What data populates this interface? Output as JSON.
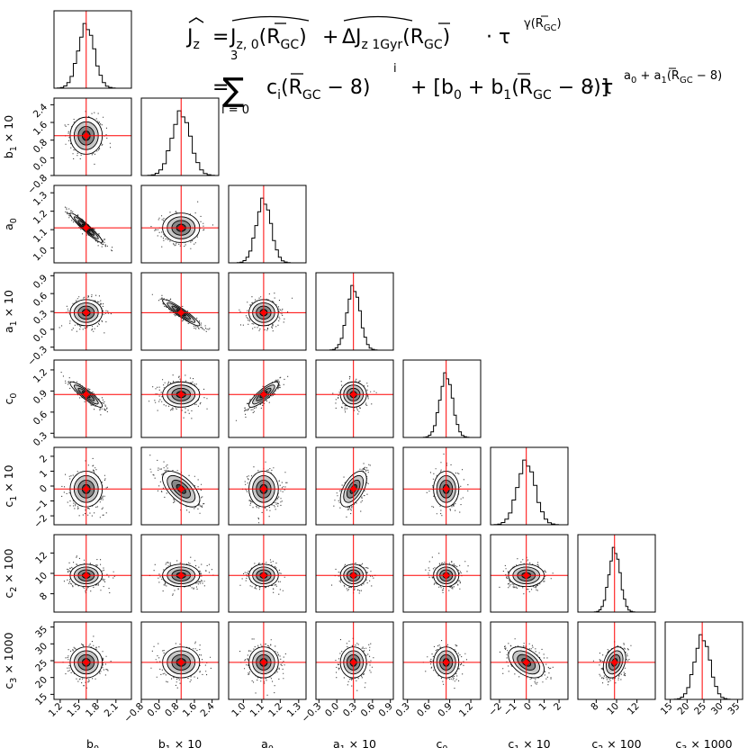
{
  "chart_data": {
    "type": "corner",
    "params": [
      {
        "name": "b0",
        "label": "b",
        "sub": "0",
        "suffix": "",
        "truth": 1.62,
        "sd": 0.13,
        "range": [
          1.1,
          2.35
        ],
        "ticks": [
          1.2,
          1.5,
          1.8,
          2.1
        ],
        "tick_labels": [
          "1.2",
          "1.5",
          "1.8",
          "2.1"
        ]
      },
      {
        "name": "b1x10",
        "label": "b",
        "sub": "1",
        "suffix": " × 10",
        "truth": 1.0,
        "sd": 0.42,
        "range": [
          -0.8,
          2.7
        ],
        "ticks": [
          -0.8,
          0.0,
          0.8,
          1.6,
          2.4
        ],
        "tick_labels": [
          "−0.8",
          "0.0",
          "0.8",
          "1.6",
          "2.4"
        ]
      },
      {
        "name": "a0",
        "label": "a",
        "sub": "0",
        "suffix": "",
        "truth": 1.11,
        "sd": 0.04,
        "range": [
          0.92,
          1.34
        ],
        "ticks": [
          1.0,
          1.1,
          1.2,
          1.3
        ],
        "tick_labels": [
          "1.0",
          "1.1",
          "1.2",
          "1.3"
        ]
      },
      {
        "name": "a1x10",
        "label": "a",
        "sub": "1",
        "suffix": " × 10",
        "truth": 0.28,
        "sd": 0.11,
        "range": [
          -0.35,
          0.95
        ],
        "ticks": [
          -0.3,
          0.0,
          0.3,
          0.6,
          0.9
        ],
        "tick_labels": [
          "−0.3",
          "0.0",
          "0.3",
          "0.6",
          "0.9"
        ]
      },
      {
        "name": "c0",
        "label": "c",
        "sub": "0",
        "suffix": "",
        "truth": 0.85,
        "sd": 0.09,
        "range": [
          0.24,
          1.34
        ],
        "ticks": [
          0.3,
          0.6,
          0.9,
          1.2
        ],
        "tick_labels": [
          "0.3",
          "0.6",
          "0.9",
          "1.2"
        ]
      },
      {
        "name": "c1x10",
        "label": "c",
        "sub": "1",
        "suffix": " × 10",
        "truth": -0.2,
        "sd": 0.6,
        "range": [
          -2.6,
          2.6
        ],
        "ticks": [
          -2,
          -1,
          0,
          1,
          2
        ],
        "tick_labels": [
          "−2",
          "−1",
          "0",
          "1",
          "2"
        ]
      },
      {
        "name": "c2x100",
        "label": "c",
        "sub": "2",
        "suffix": " × 100",
        "truth": 9.8,
        "sd": 0.55,
        "range": [
          6.2,
          13.8
        ],
        "ticks": [
          8,
          10,
          12
        ],
        "tick_labels": [
          "8",
          "10",
          "12"
        ]
      },
      {
        "name": "c3x1000",
        "label": "c",
        "sub": "3",
        "suffix": " × 1000",
        "truth": 24.5,
        "sd": 2.3,
        "range": [
          13.5,
          36.5
        ],
        "ticks": [
          15,
          20,
          25,
          30,
          35
        ],
        "tick_labels": [
          "15",
          "20",
          "25",
          "30",
          "35"
        ]
      }
    ],
    "correlations": [
      {
        "pair": [
          "b0",
          "a0"
        ],
        "rho": -0.95
      },
      {
        "pair": [
          "b0",
          "c0"
        ],
        "rho": -0.9
      },
      {
        "pair": [
          "b1x10",
          "a1x10"
        ],
        "rho": -0.93
      },
      {
        "pair": [
          "b1x10",
          "c1x10"
        ],
        "rho": -0.6
      },
      {
        "pair": [
          "a0",
          "c0"
        ],
        "rho": 0.85
      },
      {
        "pair": [
          "a1x10",
          "c1x10"
        ],
        "rho": 0.55
      },
      {
        "pair": [
          "c1x10",
          "c3x1000"
        ],
        "rho": -0.45
      },
      {
        "pair": [
          "c2x100",
          "c3x1000"
        ],
        "rho": 0.3
      }
    ],
    "truth_line_color": "#ff0000",
    "marker_color": "#ff0000"
  },
  "equation": {
    "line1": {
      "lhs": "J",
      "lhs_sub": "z",
      "rhs_term1": "J",
      "rhs_term1_sub": "z, 0",
      "rhs_term1_arg": "(R",
      "rhs_term1_arg_sub": "GC",
      "rhs_term1_arg_close": ")",
      "plus": "+",
      "rhs_term2": "ΔJ",
      "rhs_term2_sub": "z 1Gyr",
      "rhs_term2_arg": "(R",
      "rhs_term2_arg_sub": "GC",
      "rhs_term2_arg_close": ")",
      "dot_tau": "· τ",
      "exponent": "γ(R",
      "exponent_sub": "GC",
      "exponent_close": ")"
    },
    "line2": {
      "equals": "=",
      "sum": "∑",
      "sum_top": "3",
      "sum_bottom": "i = 0",
      "term1": "c",
      "term1_sub": "i",
      "term1_arg": "(R",
      "term1_arg_sub": "GC",
      "term1_arg_close": " − 8)",
      "term1_exp": "i",
      "plus_bracket": "+ [b",
      "b0_sub": "0",
      "plus_b1": " + b",
      "b1_sub": "1",
      "b1_arg": "(R",
      "b1_arg_sub": "GC",
      "b1_arg_close": " − 8)]",
      "dot_tau": "· τ",
      "exp_a0": "a",
      "exp_a0_sub": "0",
      "exp_plus_a1": " + a",
      "exp_a1_sub": "1",
      "exp_arg": "(R",
      "exp_arg_sub": "GC",
      "exp_close": " − 8)"
    }
  }
}
